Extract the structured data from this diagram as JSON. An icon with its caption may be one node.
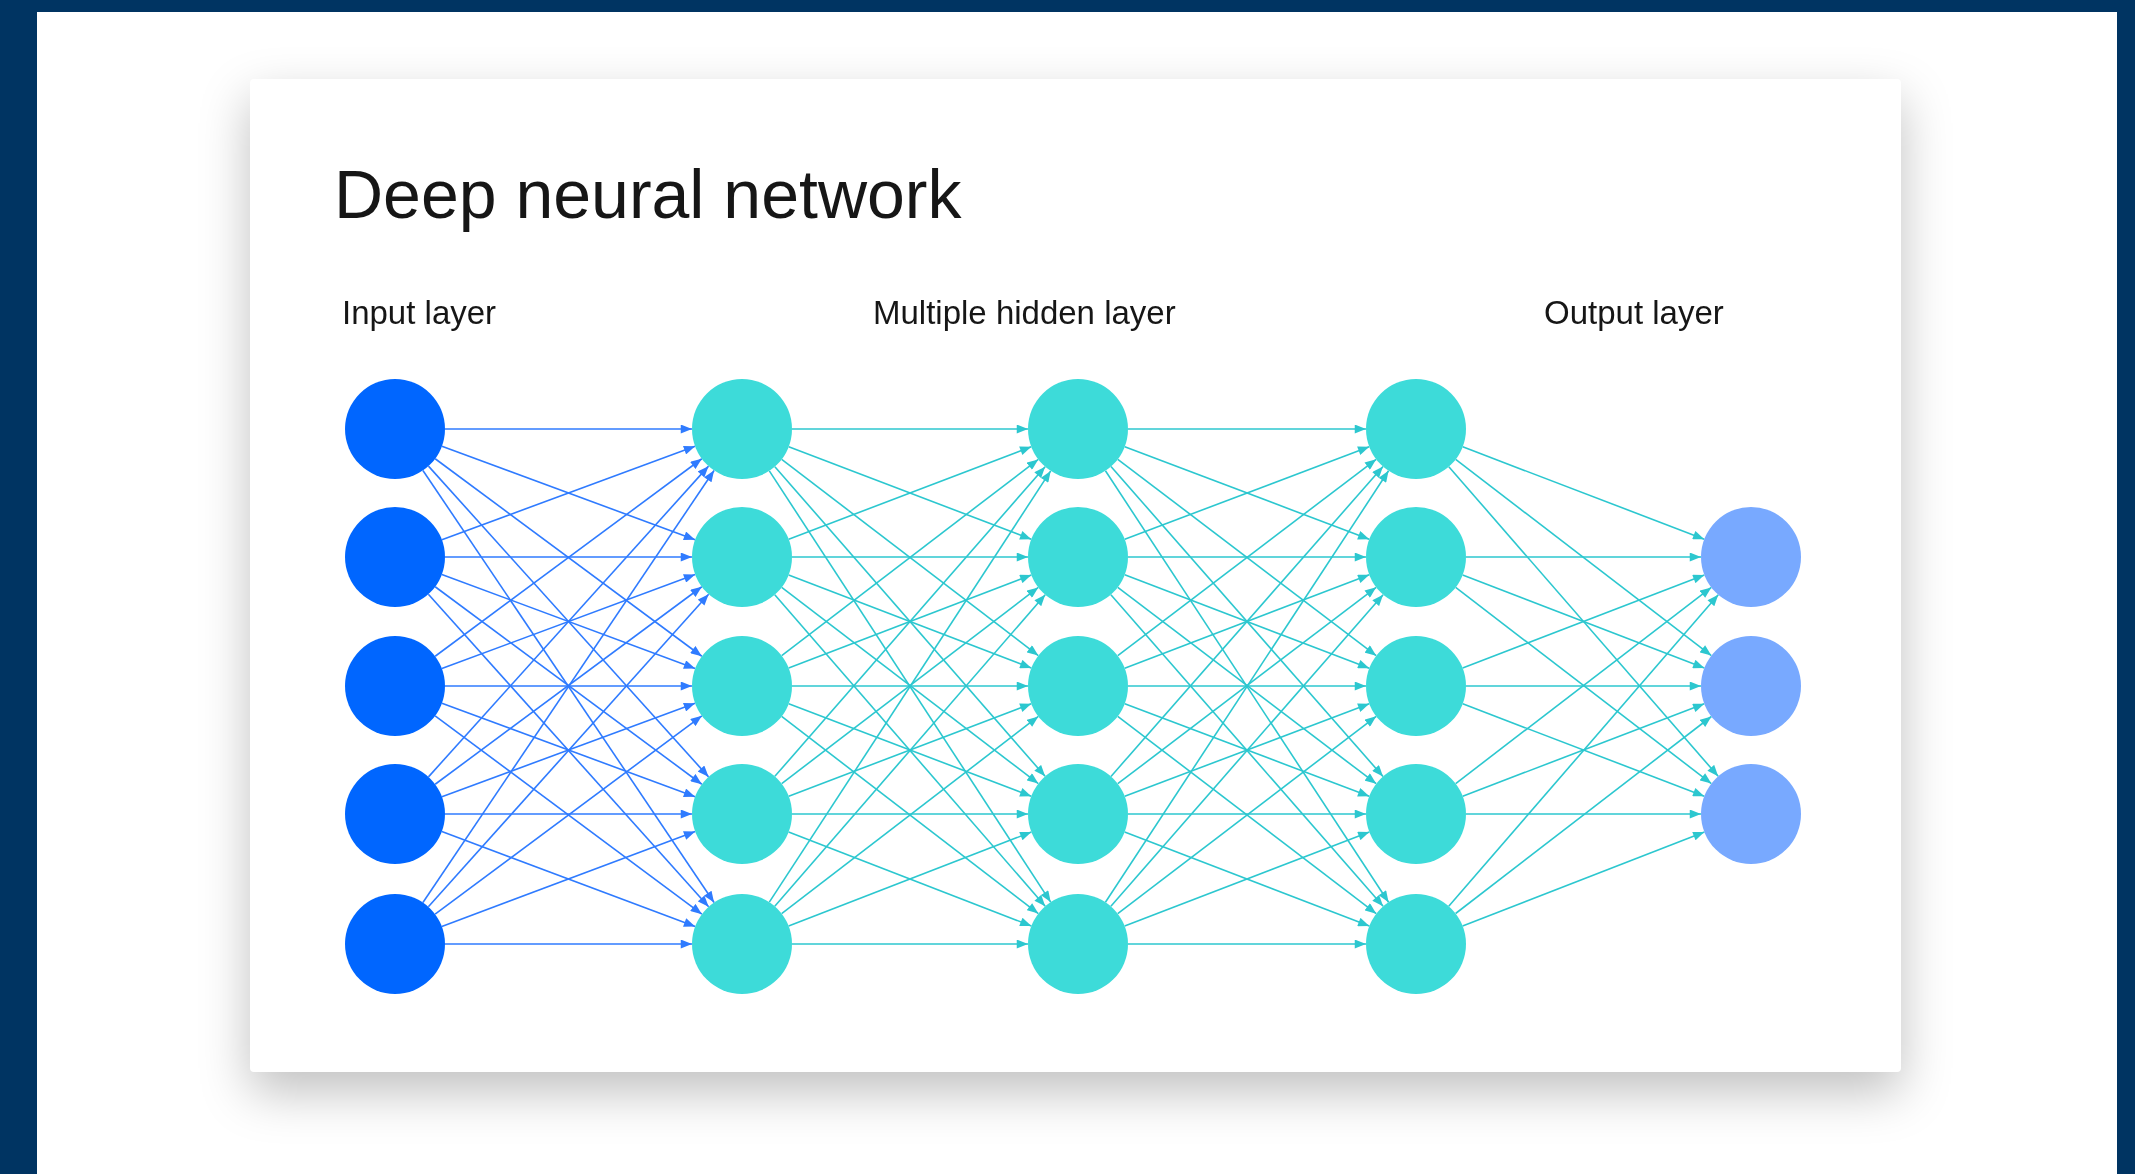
{
  "diagram": {
    "title": "Deep neural network",
    "nodes": [
      {
        "text": [],
        "shape": "circle"
      },
      {
        "text": [],
        "shape": "circle"
      },
      {
        "text": [],
        "shape": "circle"
      },
      {
        "text": [],
        "shape": "circle"
      },
      {
        "text": [],
        "shape": "circle"
      },
      {
        "text": [],
        "shape": "circle"
      },
      {
        "text": [],
        "shape": "circle"
      },
      {
        "text": [],
        "shape": "circle"
      },
      {
        "text": [],
        "shape": "circle"
      },
      {
        "text": [],
        "shape": "circle"
      },
      {
        "text": [],
        "shape": "circle"
      },
      {
        "text": [],
        "shape": "circle"
      },
      {
        "text": [],
        "shape": "circle"
      },
      {
        "text": [],
        "shape": "circle"
      },
      {
        "text": [],
        "shape": "circle"
      },
      {
        "text": [],
        "shape": "circle"
      },
      {
        "text": [],
        "shape": "circle"
      },
      {
        "text": [],
        "shape": "circle"
      },
      {
        "text": [],
        "shape": "circle"
      },
      {
        "text": [],
        "shape": "circle"
      },
      {
        "text": [],
        "shape": "circle"
      },
      {
        "text": [],
        "shape": "circle"
      },
      {
        "text": [],
        "shape": "circle"
      }
    ],
    "edges": [
      {
        "from": 0,
        "to": 5,
        "arrow": "to",
        "color": "#2f7bff"
      },
      {
        "from": 0,
        "to": 6,
        "arrow": "to",
        "color": "#2f7bff"
      },
      {
        "from": 0,
        "to": 7,
        "arrow": "to",
        "color": "#2f7bff"
      },
      {
        "from": 0,
        "to": 8,
        "arrow": "to",
        "color": "#2f7bff"
      },
      {
        "from": 0,
        "to": 9,
        "arrow": "to",
        "color": "#2f7bff"
      },
      {
        "from": 1,
        "to": 5,
        "arrow": "to",
        "color": "#2f7bff"
      },
      {
        "from": 1,
        "to": 6,
        "arrow": "to",
        "color": "#2f7bff"
      },
      {
        "from": 1,
        "to": 7,
        "arrow": "to",
        "color": "#2f7bff"
      },
      {
        "from": 1,
        "to": 8,
        "arrow": "to",
        "color": "#2f7bff"
      },
      {
        "from": 1,
        "to": 9,
        "arrow": "to",
        "color": "#2f7bff"
      },
      {
        "from": 2,
        "to": 5,
        "arrow": "to",
        "color": "#2f7bff"
      },
      {
        "from": 2,
        "to": 6,
        "arrow": "to",
        "color": "#2f7bff"
      },
      {
        "from": 2,
        "to": 7,
        "arrow": "to",
        "color": "#2f7bff"
      },
      {
        "from": 2,
        "to": 8,
        "arrow": "to",
        "color": "#2f7bff"
      },
      {
        "from": 2,
        "to": 9,
        "arrow": "to",
        "color": "#2f7bff"
      },
      {
        "from": 3,
        "to": 5,
        "arrow": "to",
        "color": "#2f7bff"
      },
      {
        "from": 3,
        "to": 6,
        "arrow": "to",
        "color": "#2f7bff"
      },
      {
        "from": 3,
        "to": 7,
        "arrow": "to",
        "color": "#2f7bff"
      },
      {
        "from": 3,
        "to": 8,
        "arrow": "to",
        "color": "#2f7bff"
      },
      {
        "from": 3,
        "to": 9,
        "arrow": "to",
        "color": "#2f7bff"
      },
      {
        "from": 4,
        "to": 5,
        "arrow": "to",
        "color": "#2f7bff"
      },
      {
        "from": 4,
        "to": 6,
        "arrow": "to",
        "color": "#2f7bff"
      },
      {
        "from": 4,
        "to": 7,
        "arrow": "to",
        "color": "#2f7bff"
      },
      {
        "from": 4,
        "to": 8,
        "arrow": "to",
        "color": "#2f7bff"
      },
      {
        "from": 4,
        "to": 9,
        "arrow": "to",
        "color": "#2f7bff"
      },
      {
        "from": 5,
        "to": 10,
        "arrow": "to"
      },
      {
        "from": 5,
        "to": 11,
        "arrow": "to"
      },
      {
        "from": 5,
        "to": 12,
        "arrow": "to"
      },
      {
        "from": 5,
        "to": 13,
        "arrow": "to"
      },
      {
        "from": 5,
        "to": 14,
        "arrow": "to"
      },
      {
        "from": 6,
        "to": 10,
        "arrow": "to"
      },
      {
        "from": 6,
        "to": 11,
        "arrow": "to"
      },
      {
        "from": 6,
        "to": 12,
        "arrow": "to"
      },
      {
        "from": 6,
        "to": 13,
        "arrow": "to"
      },
      {
        "from": 6,
        "to": 14,
        "arrow": "to"
      },
      {
        "from": 7,
        "to": 10,
        "arrow": "to"
      },
      {
        "from": 7,
        "to": 11,
        "arrow": "to"
      },
      {
        "from": 7,
        "to": 12,
        "arrow": "to"
      },
      {
        "from": 7,
        "to": 13,
        "arrow": "to"
      },
      {
        "from": 7,
        "to": 14,
        "arrow": "to"
      },
      {
        "from": 8,
        "to": 10,
        "arrow": "to"
      },
      {
        "from": 8,
        "to": 11,
        "arrow": "to"
      },
      {
        "from": 8,
        "to": 12,
        "arrow": "to"
      },
      {
        "from": 8,
        "to": 13,
        "arrow": "to"
      },
      {
        "from": 8,
        "to": 14,
        "arrow": "to"
      },
      {
        "from": 9,
        "to": 10,
        "arrow": "to"
      },
      {
        "from": 9,
        "to": 11,
        "arrow": "to"
      },
      {
        "from": 9,
        "to": 12,
        "arrow": "to"
      },
      {
        "from": 9,
        "to": 13,
        "arrow": "to"
      },
      {
        "from": 9,
        "to": 14,
        "arrow": "to"
      },
      {
        "from": 10,
        "to": 15,
        "arrow": "to"
      },
      {
        "from": 10,
        "to": 16,
        "arrow": "to"
      },
      {
        "from": 10,
        "to": 17,
        "arrow": "to"
      },
      {
        "from": 10,
        "to": 18,
        "arrow": "to"
      },
      {
        "from": 10,
        "to": 19,
        "arrow": "to"
      },
      {
        "from": 11,
        "to": 15,
        "arrow": "to"
      },
      {
        "from": 11,
        "to": 16,
        "arrow": "to"
      },
      {
        "from": 11,
        "to": 17,
        "arrow": "to"
      },
      {
        "from": 11,
        "to": 18,
        "arrow": "to"
      },
      {
        "from": 11,
        "to": 19,
        "arrow": "to"
      },
      {
        "from": 12,
        "to": 15,
        "arrow": "to"
      },
      {
        "from": 12,
        "to": 16,
        "arrow": "to"
      },
      {
        "from": 12,
        "to": 17,
        "arrow": "to"
      },
      {
        "from": 12,
        "to": 18,
        "arrow": "to"
      },
      {
        "from": 12,
        "to": 19,
        "arrow": "to"
      },
      {
        "from": 13,
        "to": 15,
        "arrow": "to"
      },
      {
        "from": 13,
        "to": 16,
        "arrow": "to"
      },
      {
        "from": 13,
        "to": 17,
        "arrow": "to"
      },
      {
        "from": 13,
        "to": 18,
        "arrow": "to"
      },
      {
        "from": 13,
        "to": 19,
        "arrow": "to"
      },
      {
        "from": 14,
        "to": 15,
        "arrow": "to"
      },
      {
        "from": 14,
        "to": 16,
        "arrow": "to"
      },
      {
        "from": 14,
        "to": 17,
        "arrow": "to"
      },
      {
        "from": 14,
        "to": 18,
        "arrow": "to"
      },
      {
        "from": 14,
        "to": 19,
        "arrow": "to"
      },
      {
        "from": 15,
        "to": 20,
        "arrow": "to"
      },
      {
        "from": 15,
        "to": 21,
        "arrow": "to"
      },
      {
        "from": 15,
        "to": 22,
        "arrow": "to"
      },
      {
        "from": 16,
        "to": 20,
        "arrow": "to"
      },
      {
        "from": 16,
        "to": 21,
        "arrow": "to"
      },
      {
        "from": 16,
        "to": 22,
        "arrow": "to"
      },
      {
        "from": 17,
        "to": 20,
        "arrow": "to"
      },
      {
        "from": 17,
        "to": 21,
        "arrow": "to"
      },
      {
        "from": 17,
        "to": 22,
        "arrow": "to"
      },
      {
        "from": 18,
        "to": 20,
        "arrow": "to"
      },
      {
        "from": 18,
        "to": 21,
        "arrow": "to"
      },
      {
        "from": 18,
        "to": 22,
        "arrow": "to"
      },
      {
        "from": 19,
        "to": 20,
        "arrow": "to"
      },
      {
        "from": 19,
        "to": 21,
        "arrow": "to"
      },
      {
        "from": 19,
        "to": 22,
        "arrow": "to"
      }
    ],
    "labels": [
      "Input layer",
      "Multiple hidden layer",
      "Output layer"
    ]
  }
}
